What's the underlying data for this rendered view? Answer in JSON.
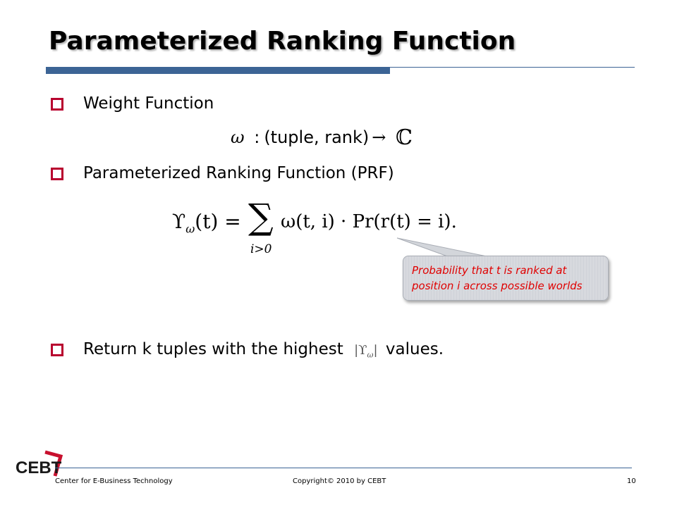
{
  "slide": {
    "title": "Parameterized Ranking Function"
  },
  "bullets": [
    {
      "text": "Weight Function"
    },
    {
      "text": "Parameterized Ranking Function (PRF)"
    },
    {
      "text_before": "Return k tuples with the highest",
      "text_after": "values."
    }
  ],
  "formulas": {
    "weight_omega": "ω",
    "weight_colon": ":",
    "weight_args": "(tuple, rank)",
    "weight_arrow": "→",
    "weight_codomain": "ℂ",
    "prf_lhs": "ϒ",
    "prf_lhs_sub": "ω",
    "prf_lhs_arg": "(t) =",
    "prf_sum": "∑",
    "prf_sum_sub": "i>0",
    "prf_rhs": "ω(t, i) · Pr(r(t) = i).",
    "inline_abs_open": "|",
    "inline_upsilon": "ϒ",
    "inline_sub": "ω",
    "inline_abs_close": "|"
  },
  "callout": {
    "text": "Probability that t is ranked at position i across possible worlds",
    "color": "#e00000"
  },
  "footer": {
    "org": "Center for E-Business Technology",
    "copyright": "Copyright© 2010 by CEBT",
    "page": "10"
  },
  "logo": {
    "text": "CEBT"
  },
  "colors": {
    "accent_bar": "#3c6495",
    "bullet": "#b8002e",
    "logo_red": "#c8102e"
  }
}
